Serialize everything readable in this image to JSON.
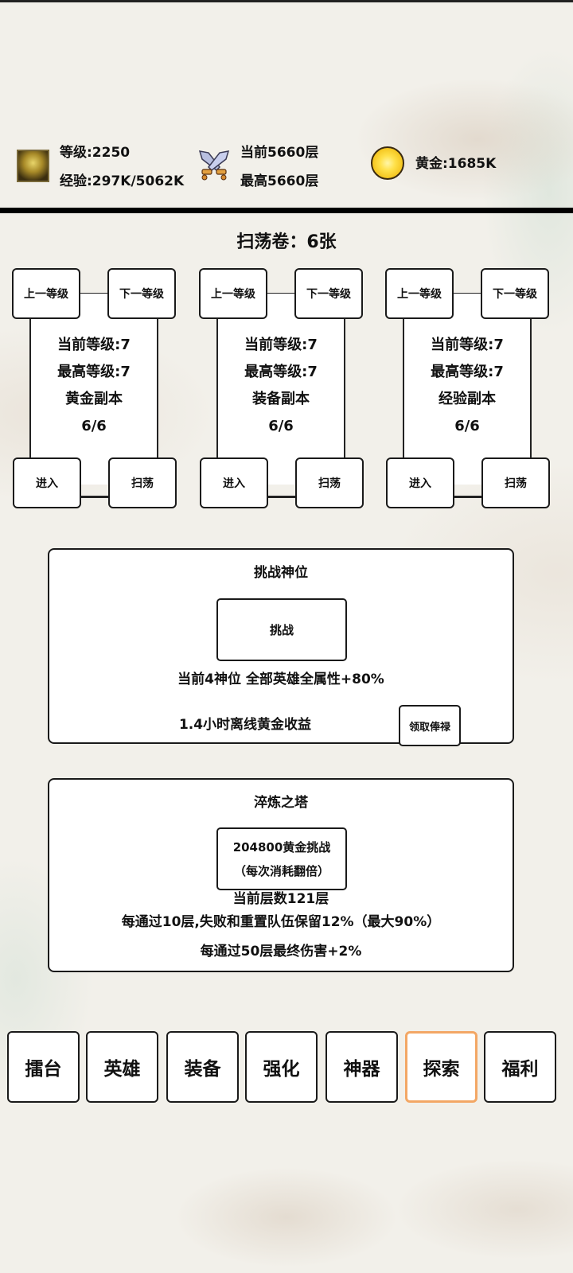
{
  "header": {
    "level_label": "等级:2250",
    "exp_label": "经验:297K/5062K",
    "current_floor": "当前5660层",
    "highest_floor": "最高5660层",
    "gold_label": "黄金:1685K"
  },
  "sweep_tickets": "扫荡卷：6张",
  "dungeons": [
    {
      "prev_label": "上一等级",
      "next_label": "下一等级",
      "current_level": "当前等级:7",
      "max_level": "最高等级:7",
      "name": "黄金副本",
      "count": "6/6",
      "enter_label": "进入",
      "sweep_label": "扫荡"
    },
    {
      "prev_label": "上一等级",
      "next_label": "下一等级",
      "current_level": "当前等级:7",
      "max_level": "最高等级:7",
      "name": "装备副本",
      "count": "6/6",
      "enter_label": "进入",
      "sweep_label": "扫荡"
    },
    {
      "prev_label": "上一等级",
      "next_label": "下一等级",
      "current_level": "当前等级:7",
      "max_level": "最高等级:7",
      "name": "经验副本",
      "count": "6/6",
      "enter_label": "进入",
      "sweep_label": "扫荡"
    }
  ],
  "god_seat": {
    "title": "挑战神位",
    "challenge_label": "挑战",
    "status": "当前4神位   全部英雄全属性+80%",
    "offline_income": "1.4小时离线黄金收益",
    "claim_label": "领取俸禄"
  },
  "tower": {
    "title": "淬炼之塔",
    "challenge_line1": "204800黄金挑战",
    "challenge_line2": "（每次消耗翻倍）",
    "current_floor": "当前层数121层",
    "rule1": "每通过10层,失败和重置队伍保留12%（最大90%）",
    "rule2": "每通过50层最终伤害+2%"
  },
  "nav": {
    "items": [
      {
        "label": "擂台"
      },
      {
        "label": "英雄"
      },
      {
        "label": "装备"
      },
      {
        "label": "强化"
      },
      {
        "label": "神器"
      },
      {
        "label": "探索"
      },
      {
        "label": "福利"
      }
    ],
    "active_index": 5,
    "active_color": "#f3a765"
  }
}
